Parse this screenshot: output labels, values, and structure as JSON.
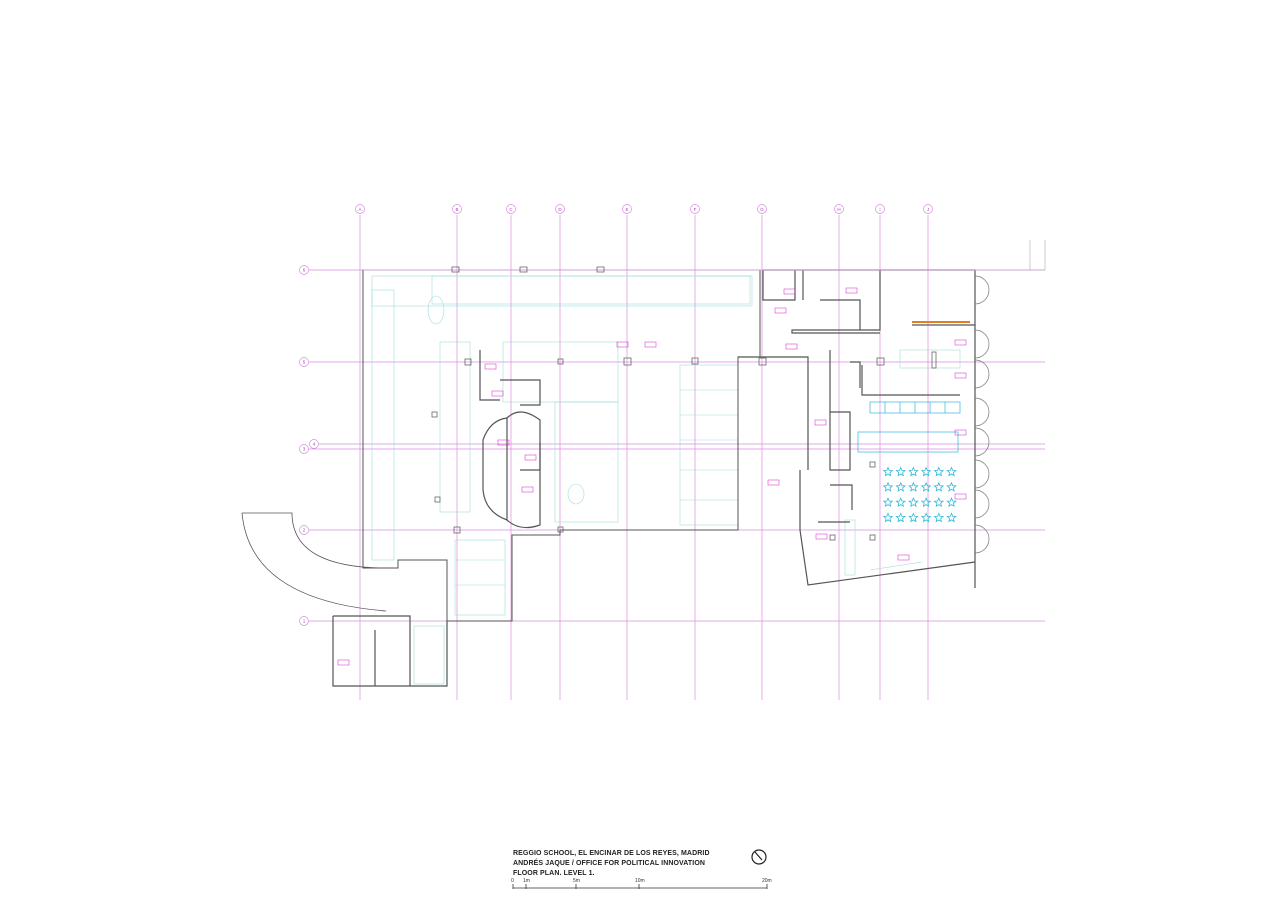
{
  "title_block": {
    "line1": "REGGIO SCHOOL, EL ENCINAR DE LOS REYES, MADRID",
    "line2": "ANDRÉS JAQUE / OFFICE FOR POLITICAL INNOVATION",
    "line3": "FLOOR PLAN. LEVEL 1."
  },
  "scale_bar": {
    "labels": [
      "0",
      "1m",
      "5m",
      "10m",
      "20m"
    ]
  },
  "north_arrow": "north-arrow-icon",
  "grid": {
    "columns": [
      "A",
      "B",
      "C",
      "D",
      "E",
      "F",
      "G",
      "H",
      "I",
      "J"
    ],
    "rows": [
      "6",
      "5",
      "4",
      "3",
      "2",
      "1"
    ]
  },
  "colors": {
    "grid": "#d98be0",
    "walls": "#555555",
    "furniture": "#8fd6d6",
    "tags": "#d020c0",
    "seats": "#2fb8d8",
    "stage": "#e08020"
  }
}
